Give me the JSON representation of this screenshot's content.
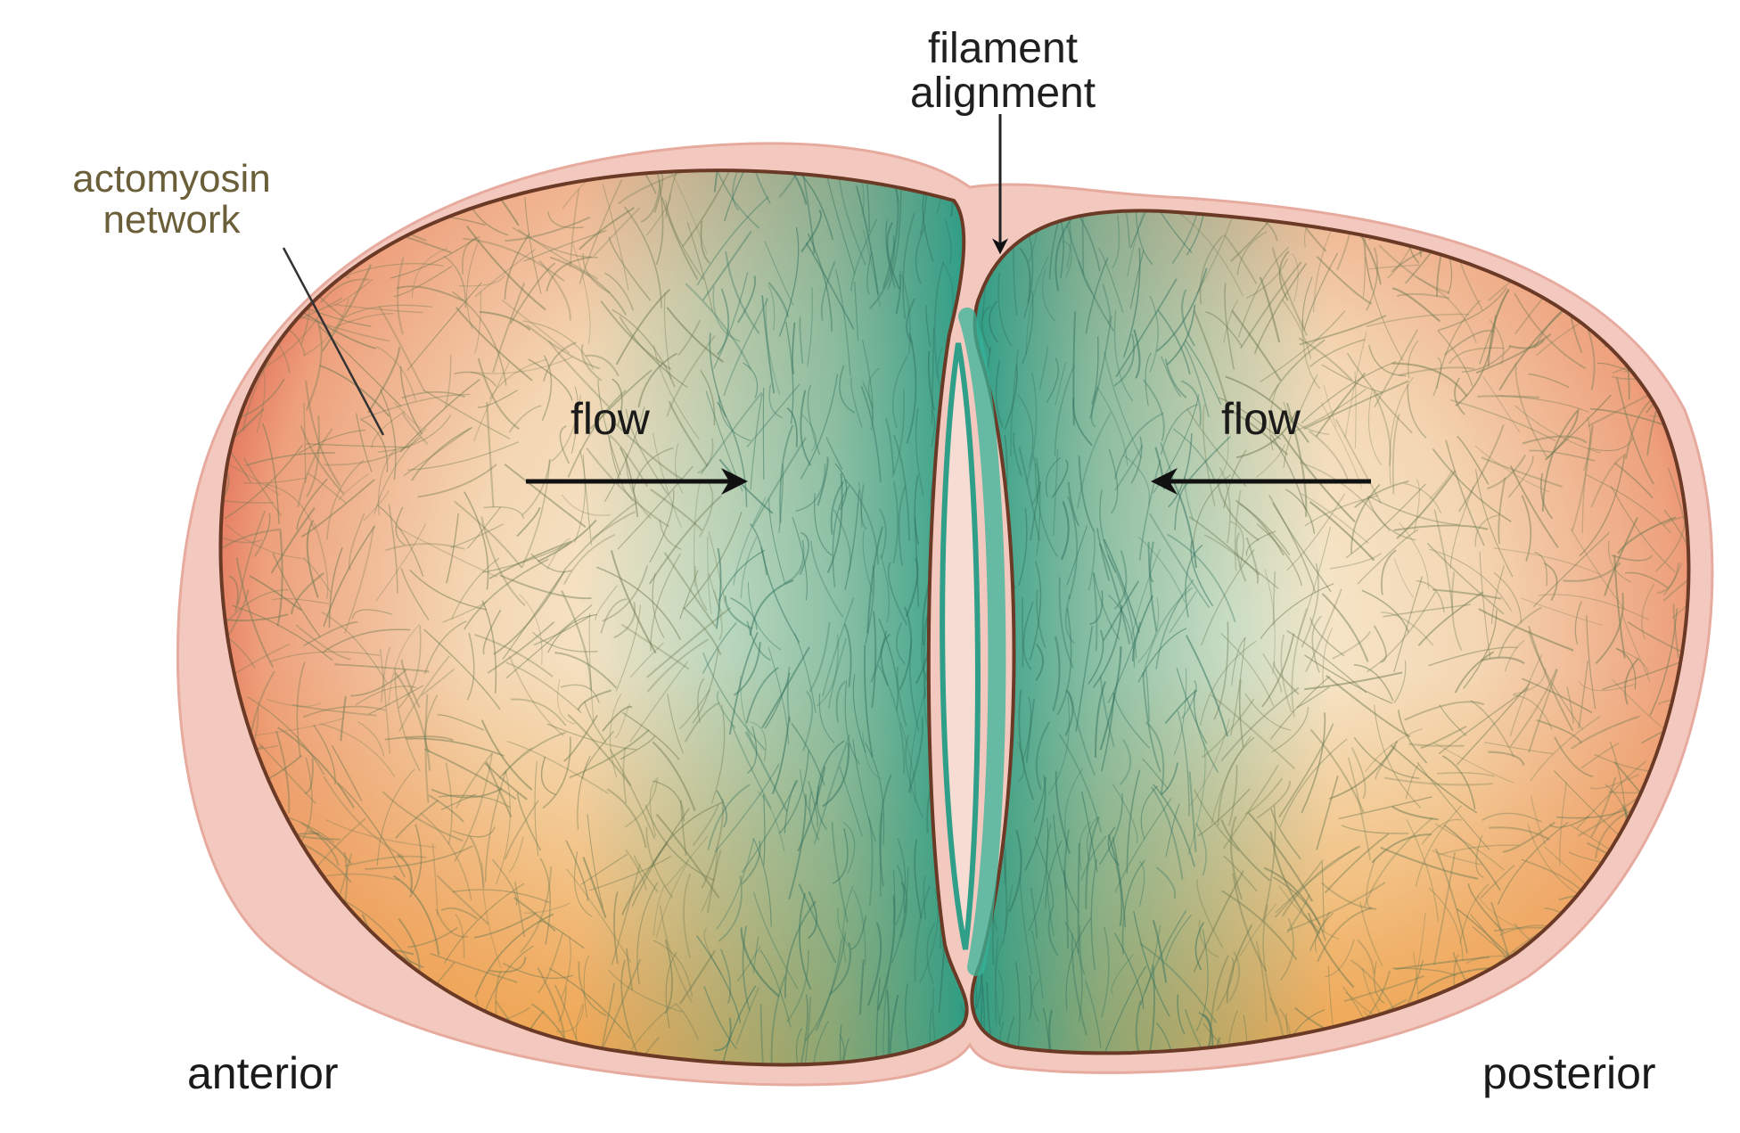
{
  "labels": {
    "filament_line1": "filament",
    "filament_line2": "alignment",
    "actomyosin_line1": "actomyosin",
    "actomyosin_line2": "network",
    "flow_left": "flow",
    "flow_right": "flow",
    "anterior": "anterior",
    "posterior": "posterior"
  },
  "colors": {
    "membrane": "#f3c9bf",
    "outline": "#6b3a26",
    "furrow_green": "#2fa890",
    "anterior_edge": "#e0504a",
    "posterior_edge": "#e0504a",
    "bottom_orange": "#eea23a",
    "center_light": "#f4eed8",
    "filament": "#6d7a52",
    "arrow": "#111111",
    "label_olive": "#6b5f3a"
  }
}
